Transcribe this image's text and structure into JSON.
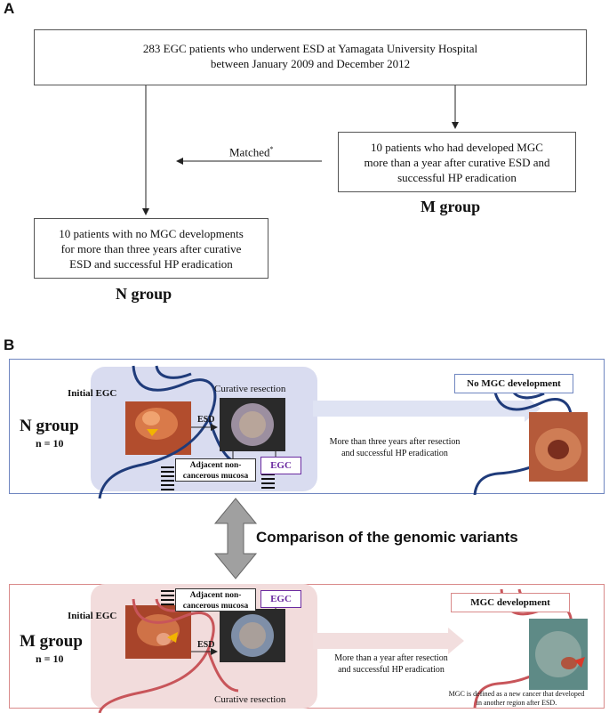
{
  "panel_a": {
    "label": "A",
    "top_box": [
      "283 EGC patients who underwent ESD at Yamagata University Hospital",
      "between January 2009 and December 2012"
    ],
    "m_box": [
      "10 patients who had developed MGC",
      "more than a year after curative ESD and",
      "successful HP eradication"
    ],
    "m_group": "M group",
    "n_box": [
      "10 patients with no MGC developments",
      "for more than three years after curative",
      "ESD and successful HP eradication"
    ],
    "n_group": "N group",
    "matched": "Matched",
    "matched_sup": "*"
  },
  "panel_b": {
    "label": "B",
    "comparison": "Comparison of the genomic variants",
    "n": {
      "group": "N group",
      "n_count": "n = 10",
      "initial": "Initial EGC",
      "curative": "Curative resection",
      "esd": "ESD",
      "adjacent": [
        "Adjacent non-",
        "cancerous mucosa"
      ],
      "egc": "EGC",
      "interval": [
        "More than three years after resection",
        "and successful HP eradication"
      ],
      "outcome": "No MGC development"
    },
    "m": {
      "group": "M group",
      "n_count": "n = 10",
      "initial": "Initial EGC",
      "curative": "Curative resection",
      "esd": "ESD",
      "adjacent": [
        "Adjacent non-",
        "cancerous mucosa"
      ],
      "egc": "EGC",
      "interval": [
        "More than a year after resection",
        "and successful HP eradication"
      ],
      "outcome": "MGC development",
      "footnote": [
        "MGC is defined as a new cancer that developed",
        "in another region after ESD."
      ]
    }
  },
  "colors": {
    "n_panel_border": "#6f86c0",
    "n_panel_fill": "#d9dcf0",
    "m_panel_border": "#d98a8a",
    "m_panel_fill": "#f2dcdc",
    "stomach_n": "#1f3b7a",
    "stomach_m": "#c8555a",
    "egc_text": "#6a2aa0",
    "arrow_n": "#dfe3f3",
    "arrow_m": "#f2dede"
  }
}
